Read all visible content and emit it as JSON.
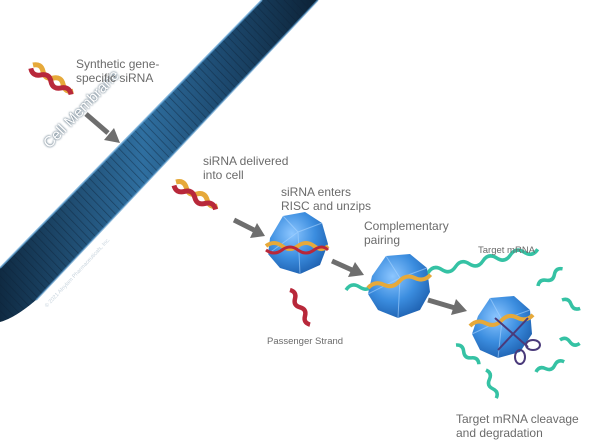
{
  "labels": {
    "synthetic": "Synthetic gene-\nspecific siRNA",
    "delivered": "siRNA delivered\ninto cell",
    "enters": "siRNA enters\nRISC and unzips",
    "pairing": "Complementary\npairing",
    "target": "Target mRNA",
    "passenger": "Passenger Strand",
    "cleavage": "Target mRNA cleavage\nand degradation"
  },
  "membrane_label": "Cell Membrane",
  "copyright": "© 2021 Alnylam Pharmaceuticals, Inc.",
  "colors": {
    "membrane": "#2a5f8a",
    "membrane_dark": "#14324d",
    "risc": "#3e8fdd",
    "sirna_gold": "#e6a93a",
    "sirna_red": "#b8283a",
    "mrna": "#35c2a4",
    "arrow": "#6e6e6e",
    "label": "#6b6b6b"
  }
}
